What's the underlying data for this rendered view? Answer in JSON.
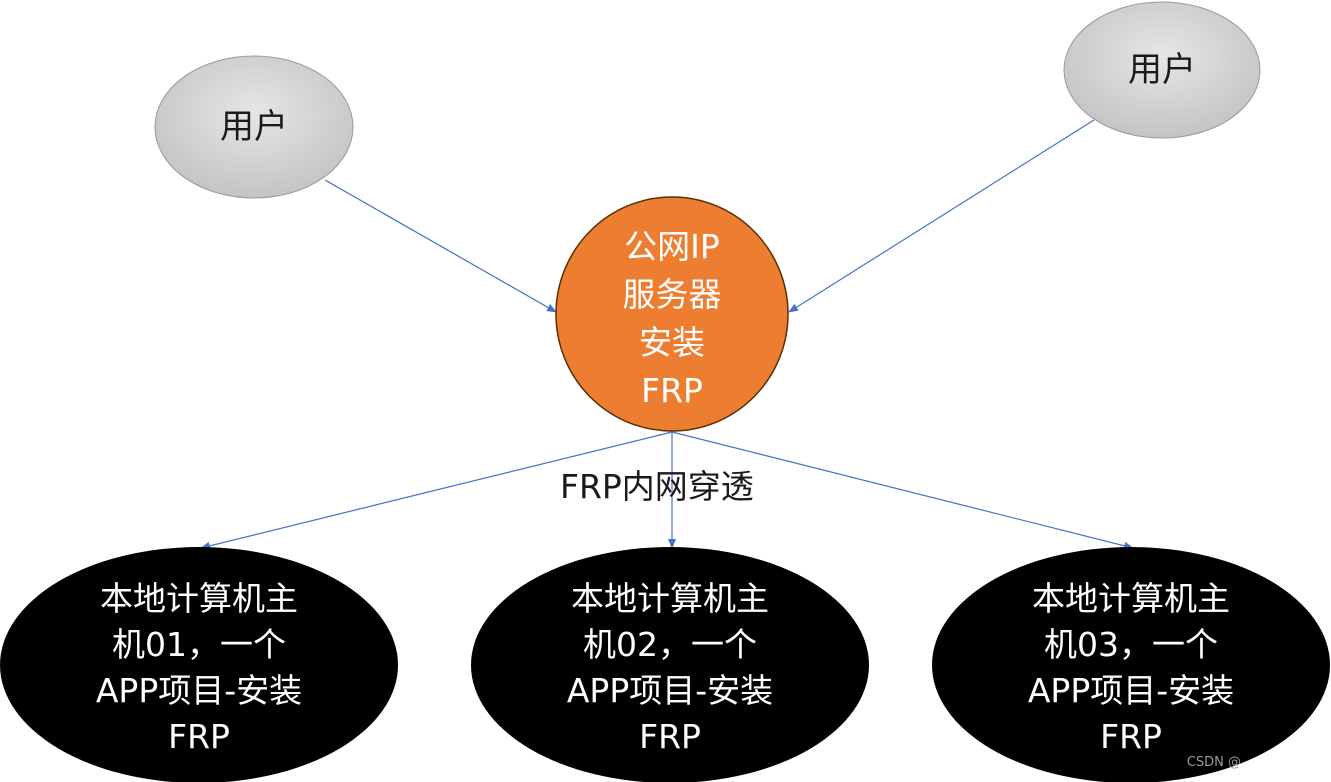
{
  "diagram": {
    "users": [
      {
        "label": "用户"
      },
      {
        "label": "用户"
      }
    ],
    "server": {
      "lines": [
        "公网IP",
        "服务器",
        "安装",
        "FRP"
      ],
      "fill": "#ed7d31"
    },
    "edge_label": "FRP内网穿透",
    "hosts": [
      {
        "lines": [
          "本地计算机主",
          "机01，一个",
          "APP项目-安装",
          "FRP"
        ]
      },
      {
        "lines": [
          "本地计算机主",
          "机02，一个",
          "APP项目-安装",
          "FRP"
        ]
      },
      {
        "lines": [
          "本地计算机主",
          "机03，一个",
          "APP项目-安装",
          "FRP"
        ]
      }
    ],
    "colors": {
      "user_fill": "#d0d0d0",
      "host_fill": "#000000",
      "arrow": "#4472c4"
    }
  },
  "watermark": "CSDN @"
}
